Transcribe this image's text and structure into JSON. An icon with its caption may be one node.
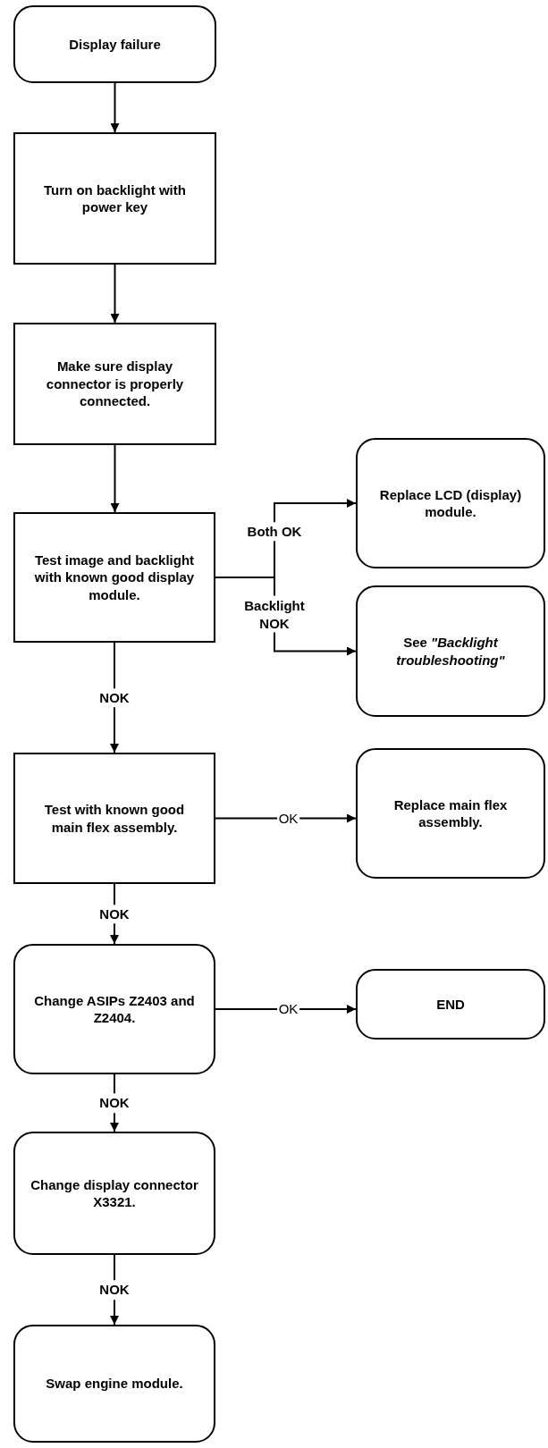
{
  "diagram": {
    "nodes": [
      {
        "text": [
          "Display failure"
        ]
      },
      {
        "text": [
          "Turn on backlight with power key"
        ]
      },
      {
        "text": [
          "Make sure display connector is properly connected."
        ]
      },
      {
        "text": [
          "Test image and backlight with known good display module."
        ]
      },
      {
        "text": [
          "Replace LCD (display) module."
        ]
      },
      {
        "text": [
          "See *\"Backlight troubleshooting\"*"
        ]
      },
      {
        "text": [
          "Test with known good main flex assembly."
        ]
      },
      {
        "text": [
          "Replace main flex assembly."
        ]
      },
      {
        "text": [
          "Change ASIPs Z2403 and Z2404."
        ]
      },
      {
        "text": [
          "END"
        ]
      },
      {
        "text": [
          "Change display connector X3321."
        ]
      },
      {
        "text": [
          "Swap engine module."
        ]
      }
    ],
    "edges": [
      {
        "from": 0,
        "to": 1,
        "arrow": "to"
      },
      {
        "from": 1,
        "to": 2,
        "arrow": "to"
      },
      {
        "from": 2,
        "to": 3,
        "arrow": "to"
      },
      {
        "from": 3,
        "to": 4,
        "arrow": "to",
        "label": "Both OK"
      },
      {
        "from": 3,
        "to": 5,
        "arrow": "to",
        "label": "Backlight NOK"
      },
      {
        "from": 3,
        "to": 6,
        "arrow": "to",
        "label": "NOK"
      },
      {
        "from": 6,
        "to": 7,
        "arrow": "to",
        "label": "OK"
      },
      {
        "from": 6,
        "to": 8,
        "arrow": "to",
        "label": "NOK"
      },
      {
        "from": 8,
        "to": 9,
        "arrow": "to",
        "label": "OK"
      },
      {
        "from": 8,
        "to": 10,
        "arrow": "to",
        "label": "NOK"
      },
      {
        "from": 10,
        "to": 11,
        "arrow": "to",
        "label": "NOK"
      }
    ]
  }
}
